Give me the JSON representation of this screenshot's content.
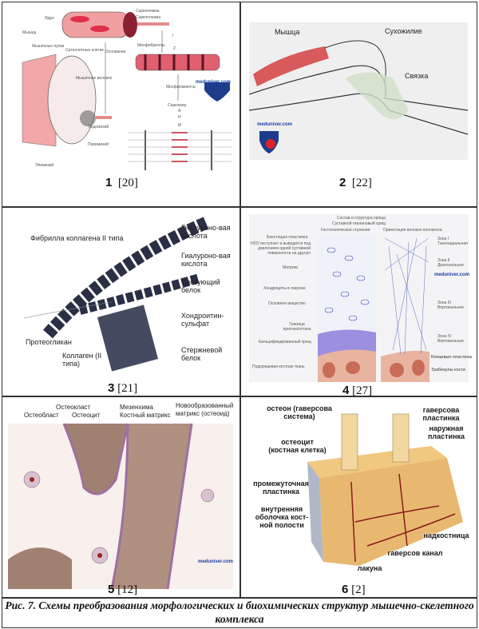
{
  "panels": [
    {
      "number": "1",
      "ref": "[20]",
      "labels": {
        "sarcolemma": "Сарколемма",
        "sarcoplasm": "Саркоплазма",
        "nucleus": "Ядро",
        "muscle": "Мышца",
        "bundles": "Мышечные пучки",
        "satellite": "Сателлитные клетки",
        "basement": "Основание",
        "myofibrils": "Миофибриллы",
        "fiber": "Мышечное волокно",
        "myofilaments": "Миофиламенты",
        "sarcomere": "Саркомер",
        "endomysium": "Эндомизий",
        "perimysium": "Перимизий",
        "epimysium": "Эпимизий",
        "i": "I",
        "z": "Z",
        "a": "A",
        "h": "H",
        "m": "M"
      }
    },
    {
      "number": "2",
      "ref": "[22]",
      "labels": {
        "muscle": "Мышца",
        "tendon": "Сухожилие",
        "ligament": "Связка"
      }
    },
    {
      "number": "3",
      "ref": "[21]",
      "labels": {
        "fibril": "Фибрилла коллагена II типа",
        "hyal1": "Гиалуроно-вая кислота",
        "hyal2": "Гиалуроно-вая кислота",
        "binding": "Связующий белок",
        "chondroitin": "Хондроитин-сульфат",
        "proteoglycan": "Протеогликан",
        "collagen": "Коллаген (II типа)",
        "core": "Стержневой белок"
      }
    },
    {
      "number": "4",
      "ref": "[27]",
      "labels": {
        "title": "Состав и структура хряща",
        "subtitle": "Суставной гиалиновый хрящ",
        "histology": "Гистологическое строение",
        "orientation": "Ориентация волокон коллагена",
        "lamina": "Блестящая пластинка",
        "h2o": "H2O поступает и выводится под давлением одной суставной поверхности на другую",
        "matrix": "Матрикс",
        "chondrocytes": "Хондроциты в лакунах",
        "ground": "Основное вещество",
        "border": "Граница притока/оттока",
        "calcified": "Кальцифицированный хрящ",
        "subchondral": "Подхрящевая костная ткань",
        "zone1": "Зона I Тангенциальная",
        "zone2": "Зона II Диагональная",
        "zone3": "Зона III Вертикальная",
        "zone4": "Зона IV Вертикальная",
        "endplates": "Концевые пластины",
        "trabeculae": "Трабекулы кости"
      }
    },
    {
      "number": "5",
      "ref": "[12]",
      "labels": {
        "osteoblast": "Остеобласт",
        "osteoclast": "Остеокласт",
        "osteocyte": "Остеоцит",
        "mesenchyme": "Мезенхима",
        "matrix": "Костный матрикс",
        "newmatrix": "Новообразованный матрикс (остеоид)"
      }
    },
    {
      "number": "6",
      "ref": "[2]",
      "labels": {
        "osteon": "остеон (гаверсова система)",
        "osteocyte": "остеоцит (костная клетка)",
        "interstitial": "промежуточная пластинка",
        "inner": "внутренняя оболочка кост-ной полости",
        "haversian_lamella": "гаверсова пластинка",
        "outer": "наружная пластинка",
        "periosteum": "надкостница",
        "canal": "гаверсов канал",
        "lacuna": "лакуна"
      }
    }
  ],
  "watermark": "meduniver.com",
  "caption": "Рис. 7. Схемы преобразования морфологических и биохимических структур мышечно-скелетного комплекса"
}
